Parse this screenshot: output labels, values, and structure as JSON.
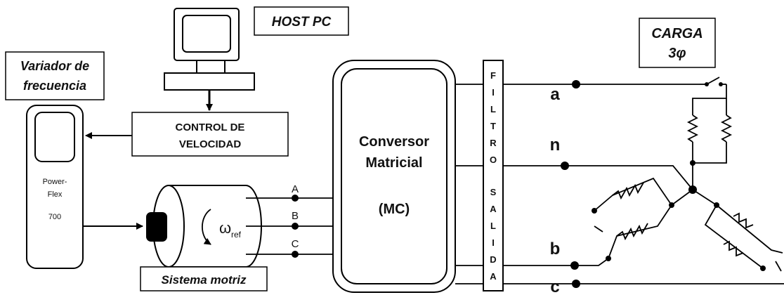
{
  "labels": {
    "host_pc": "HOST PC",
    "carga_line1": "CARGA",
    "carga_line2": "3φ",
    "variador_line1": "Variador de",
    "variador_line2": "frecuencia",
    "control_line1": "CONTROL DE",
    "control_line2": "VELOCIDAD",
    "pf_line1": "Power-",
    "pf_line2": "Flex",
    "pf_line3": "700",
    "omega": "ω",
    "omega_sub": "ref",
    "sistema_motriz": "Sistema motriz",
    "conv_line1": "Conversor",
    "conv_line2": "Matricial",
    "conv_line3": "(MC)",
    "filtro_letters": [
      "F",
      "I",
      "L",
      "T",
      "R",
      "O",
      "S",
      "A",
      "L",
      "I",
      "D",
      "A"
    ],
    "phase_A": "A",
    "phase_B": "B",
    "phase_C": "C",
    "out_a": "a",
    "out_n": "n",
    "out_b": "b",
    "out_c": "c"
  }
}
